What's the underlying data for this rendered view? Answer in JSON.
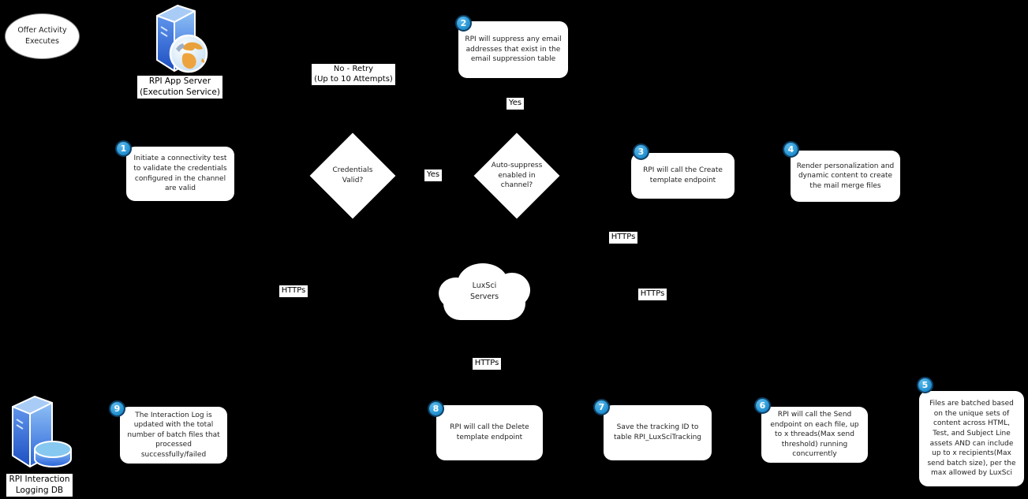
{
  "title": "RPI LuxSci email execution flow",
  "colors": {
    "background": "#000000",
    "node_fill": "#ffffff",
    "node_text": "#1f1f1f",
    "badge_blue": "#2c9ad8",
    "badge_border": "#0e3f63",
    "server_blue": "#2a63d9",
    "globe_orange": "#eda43f"
  },
  "terminals": {
    "start": {
      "label": "Offer Activity\nExecutes"
    },
    "app_server": {
      "icon": "server-globe-icon",
      "label": "RPI App Server\n(Execution Service)"
    },
    "logging_db": {
      "icon": "database-icon",
      "label": "RPI Interaction\nLogging DB"
    }
  },
  "decisions": [
    {
      "text": "Credentials Valid?"
    },
    {
      "text": "Auto-suppress enabled in channel?"
    }
  ],
  "cloud": {
    "text": "LuxSci\nServers"
  },
  "edge_labels": {
    "no_retry": "No - Retry\n(Up to 10 Attempts)",
    "yes_credentials": "Yes",
    "yes_autosuppress": "Yes",
    "https_app_to_cloud": "HTTPs",
    "https_create": "HTTPs",
    "https_send": "HTTPs",
    "https_delete": "HTTPs"
  },
  "steps": [
    {
      "num": "1",
      "text": "Initiate a connectivity test to validate the credentials configured in the channel are valid"
    },
    {
      "num": "2",
      "text": "RPI will suppress any email addresses that exist in the email suppression table"
    },
    {
      "num": "3",
      "text": "RPI will call the Create template endpoint"
    },
    {
      "num": "4",
      "text": "Render personalization and dynamic content to create the mail merge files"
    },
    {
      "num": "5",
      "text": "Files are batched based on the unique sets of content across HTML, Test, and Subject Line assets AND can include up to x recipients(Max send batch size), per the max allowed by LuxSci"
    },
    {
      "num": "6",
      "text": "RPI will call the Send endpoint on each file, up to x threads(Max send threshold) running concurrently"
    },
    {
      "num": "7",
      "text": "Save the tracking ID to table RPI_LuxSciTracking"
    },
    {
      "num": "8",
      "text": "RPI will call the Delete template endpoint"
    },
    {
      "num": "9",
      "text": "The Interaction Log is updated with the total number of batch files that processed successfully/failed"
    }
  ]
}
